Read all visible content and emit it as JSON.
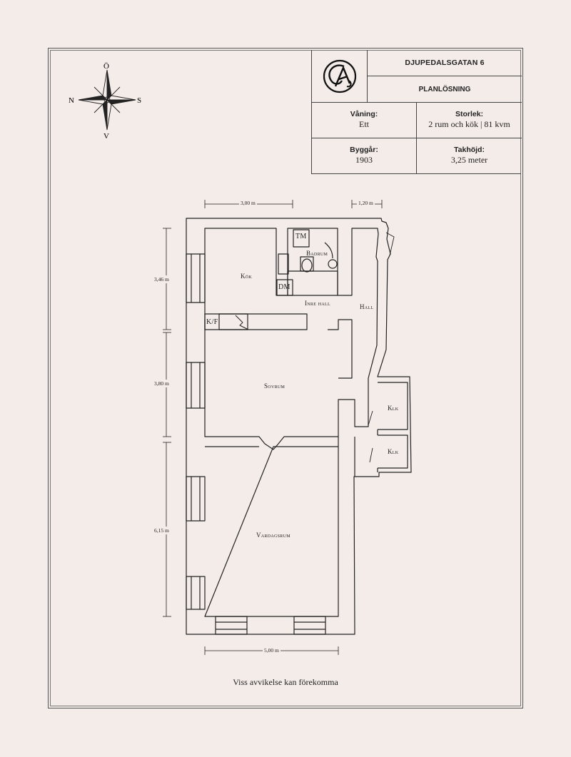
{
  "title": {
    "address": "DJUPEDALSGATAN 6",
    "subtitle": "PLANLÖSNING",
    "floor_label": "Våning:",
    "floor_value": "Ett",
    "size_label": "Storlek:",
    "size_value": "2 rum och kök | 81 kvm",
    "built_label": "Byggår:",
    "built_value": "1903",
    "ceiling_label": "Takhöjd:",
    "ceiling_value": "3,25 meter"
  },
  "compass": {
    "north": "N",
    "south": "S",
    "east": "Ö",
    "west": "V"
  },
  "rooms": {
    "kok": "Kök",
    "badrum": "Badrum",
    "tm": "TM",
    "dm": "DM",
    "kf": "K/F",
    "inre_hall": "Inre hall",
    "hall": "Hall",
    "sovrum": "Sovrum",
    "klk1": "Klk",
    "klk2": "Klk",
    "vardagsrum": "Vardagsrum"
  },
  "dimensions": {
    "top_left": "3,00 m",
    "top_right": "1,20 m",
    "left_1": "3,46 m",
    "left_2": "3,80 m",
    "left_3": "6,15 m",
    "bottom": "5,00 m"
  },
  "footer": "Viss avvikelse kan förekomma",
  "colors": {
    "background": "#f4ece9",
    "ink": "#222222"
  }
}
